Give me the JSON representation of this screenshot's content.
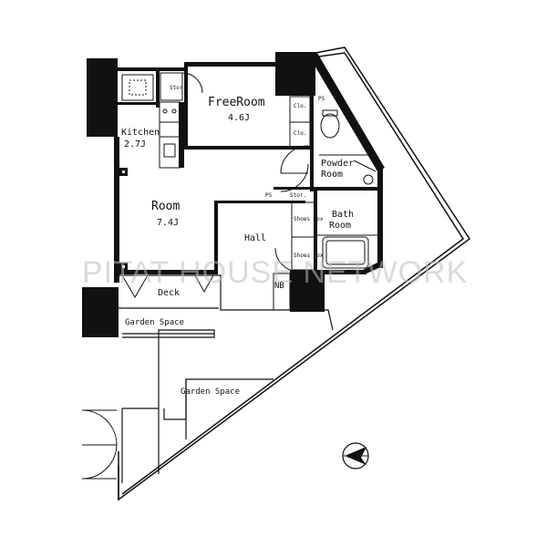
{
  "rooms": {
    "free_room": {
      "name": "FreeRoom",
      "size": "4.6J"
    },
    "kitchen": {
      "name": "Kitchen",
      "size": "2.7J"
    },
    "room": {
      "name": "Room",
      "size": "7.4J"
    },
    "powder_room": {
      "line1": "Powder",
      "line2": "Room"
    },
    "bath_room": {
      "line1": "Bath",
      "line2": "Room"
    },
    "hall": {
      "name": "Hall"
    },
    "deck": {
      "name": "Deck"
    },
    "garden_space_1": {
      "name": "Garden Space"
    },
    "garden_space_2": {
      "name": "Garden Space"
    }
  },
  "fixtures": {
    "ps": "PS",
    "stor": "Stor.",
    "clo": "Clo.",
    "nb": "NB",
    "shoes_box": "Shoes Box"
  },
  "watermark": "PITAT HOUSE NETWORK",
  "north_arrow": "north-arrow-icon"
}
